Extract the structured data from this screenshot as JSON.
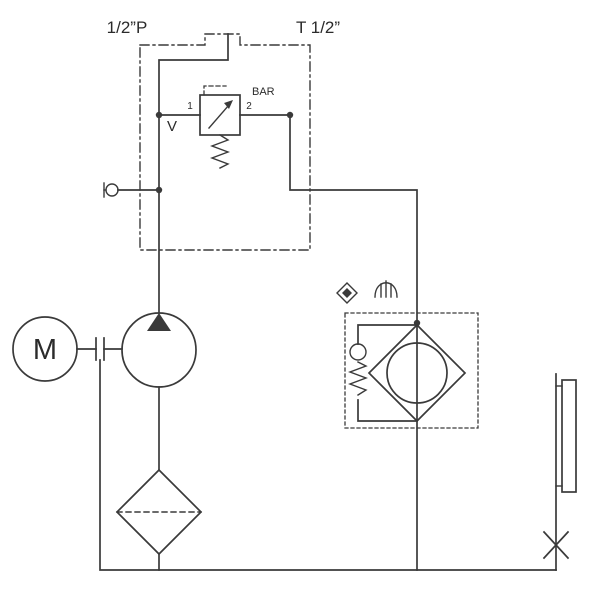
{
  "diagram": {
    "labels": {
      "port_p": "1/2”P",
      "port_t": "T 1/2”",
      "valve_port_1": "1",
      "valve_port_2": "2",
      "pressure_unit": "BAR",
      "gauge_point": "V",
      "motor": "M"
    },
    "colors": {
      "line": "#3a3a3a",
      "background": "#ffffff"
    },
    "components": [
      {
        "id": "manifold-block",
        "kind": "dash-dot enclosure"
      },
      {
        "id": "relief-valve",
        "kind": "pressure relief valve with spring"
      },
      {
        "id": "test-point",
        "kind": "gauge connection point"
      },
      {
        "id": "electric-motor",
        "kind": "motor circle M"
      },
      {
        "id": "shaft-coupling",
        "kind": "motor-pump coupling"
      },
      {
        "id": "pump",
        "kind": "fixed displacement pump"
      },
      {
        "id": "suction-strainer",
        "kind": "suction filter diamond"
      },
      {
        "id": "return-filter",
        "kind": "return filter with bypass check valve"
      },
      {
        "id": "air-breather",
        "kind": "filler breather cap"
      },
      {
        "id": "quick-coupling",
        "kind": "diamond coupling symbol"
      },
      {
        "id": "level-gauge",
        "kind": "fluid level indicator"
      },
      {
        "id": "drain-valve",
        "kind": "tank drain valve"
      },
      {
        "id": "tank-lines",
        "kind": "reservoir return lines"
      }
    ]
  }
}
